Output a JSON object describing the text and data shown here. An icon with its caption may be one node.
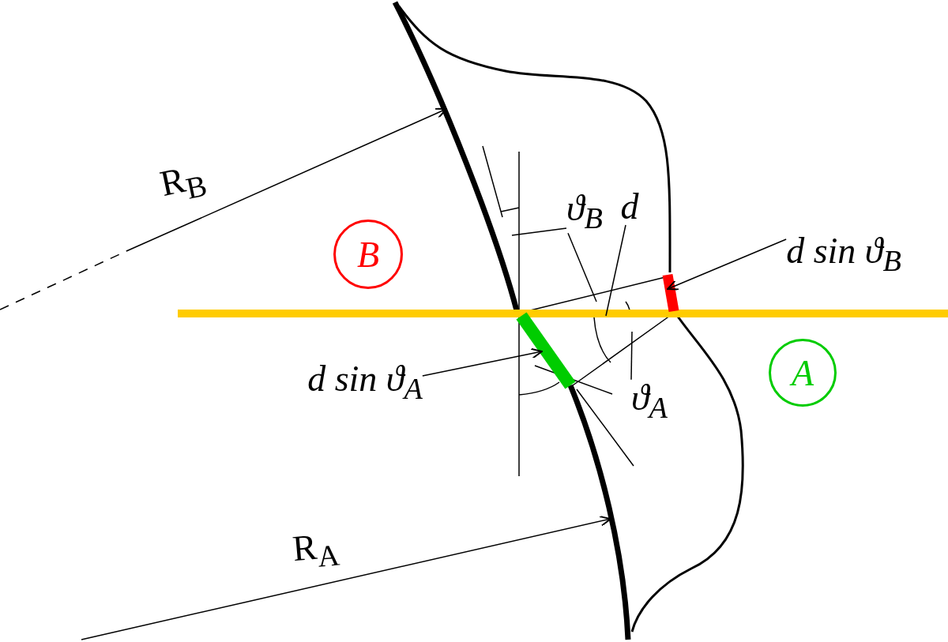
{
  "diagram": {
    "nodes": [
      {
        "text": [
          "B"
        ]
      },
      {
        "text": [
          "A"
        ]
      },
      {
        "text": [],
        "shape": "bar"
      },
      {
        "text": [],
        "shape": "bar"
      },
      {
        "text": [
          "d sin ϑ$_{B}$"
        ]
      },
      {
        "text": [
          "d sin ϑ$_{A}$"
        ]
      },
      {
        "text": [
          "ϑ$_{B}$"
        ]
      },
      {
        "text": [
          "d"
        ]
      },
      {
        "text": [
          "ϑ$_{A}$"
        ]
      }
    ],
    "edges": [
      {
        "from": 4,
        "to": 2,
        "arrow": "to"
      },
      {
        "from": 5,
        "to": 3,
        "arrow": "to"
      },
      {
        "from": 6,
        "to": null,
        "arrow": "none"
      },
      {
        "from": 6,
        "to": null,
        "arrow": "none"
      },
      {
        "from": 7,
        "to": null,
        "arrow": "none"
      },
      {
        "from": 8,
        "to": null,
        "arrow": "none"
      }
    ],
    "labels": [
      "R$_{B}$",
      "R$_{A}$"
    ]
  }
}
